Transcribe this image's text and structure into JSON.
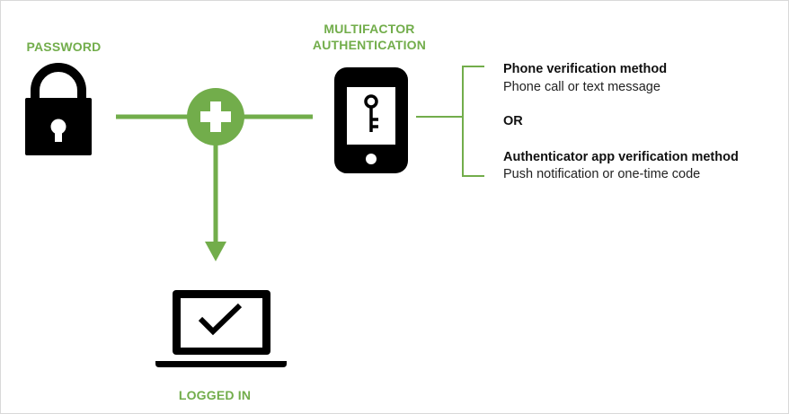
{
  "labels": {
    "password": "PASSWORD",
    "mfa_line1": "MULTIFACTOR",
    "mfa_line2": "AUTHENTICATION",
    "logged_in": "LOGGED IN"
  },
  "methods": {
    "phone_title": "Phone verification method",
    "phone_desc": "Phone call or text message",
    "or": "OR",
    "app_title": "Authenticator app verification method",
    "app_desc": "Push notification or one-time code"
  },
  "icons": [
    "padlock-icon",
    "plus-icon",
    "smartphone-key-icon",
    "laptop-check-icon",
    "down-arrow-icon"
  ],
  "colors": {
    "accent": "#72ad4b",
    "icon": "#000000",
    "text": "#111111"
  }
}
